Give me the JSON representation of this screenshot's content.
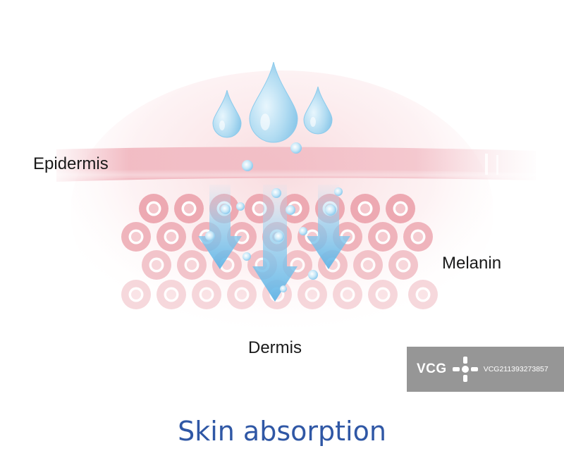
{
  "labels": {
    "epidermis": "Epidermis",
    "melanin": "Melanin",
    "dermis": "Dermis"
  },
  "title": "Skin absorption",
  "watermark": {
    "brand": "VCG",
    "code": "VCG211393273857"
  },
  "colors": {
    "title": "#2f57a5",
    "epidermis_band": "#f2bcc4",
    "cell_fill": "#eda9b2",
    "droplet": "#a9d6ef",
    "arrow": "#7cc3ea",
    "watermark_bg": "#787878"
  },
  "icons": {
    "droplet": "water-droplet-icon",
    "arrow": "down-arrow-icon",
    "cell": "skin-cell-icon",
    "bubble": "bubble-icon",
    "watermark": "vcg-logo-icon"
  }
}
